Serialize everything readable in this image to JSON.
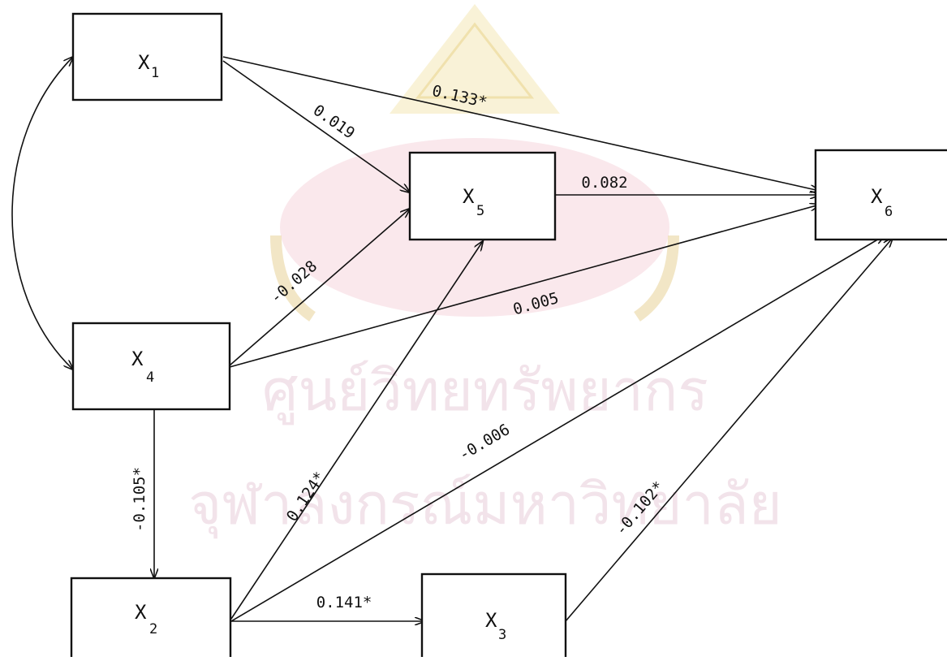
{
  "watermark": {
    "line1": "ศูนย์วิทยทรัพยากร",
    "line2": "จุฬาลงกรณ์มหาวิทยาลัย",
    "seal_colors": {
      "gold": "#f3e6b0",
      "pink": "#f5d6dc"
    }
  },
  "diagram": {
    "nodes": [
      {
        "id": "x1",
        "label": "X",
        "sub": "1"
      },
      {
        "id": "x2",
        "label": "X",
        "sub": "2"
      },
      {
        "id": "x3",
        "label": "X",
        "sub": "3"
      },
      {
        "id": "x4",
        "label": "X",
        "sub": "4"
      },
      {
        "id": "x5",
        "label": "X",
        "sub": "5"
      },
      {
        "id": "x6",
        "label": "X",
        "sub": "6"
      }
    ],
    "edges": [
      {
        "from": "x1",
        "to": "x6",
        "label": "0.133*"
      },
      {
        "from": "x1",
        "to": "x5",
        "label": "0.019"
      },
      {
        "from": "x5",
        "to": "x6",
        "label": "0.082"
      },
      {
        "from": "x4",
        "to": "x5",
        "label": "-0.028"
      },
      {
        "from": "x4",
        "to": "x6",
        "label": "0.005"
      },
      {
        "from": "x4",
        "to": "x2",
        "label": "-0.105*"
      },
      {
        "from": "x2",
        "to": "x5",
        "label": "0.124*"
      },
      {
        "from": "x2",
        "to": "x6",
        "label": "-0.006"
      },
      {
        "from": "x3",
        "to": "x6",
        "label": "-0.102*"
      },
      {
        "from": "x2",
        "to": "x3",
        "label": "0.141*"
      },
      {
        "from": "x1",
        "to": "x4",
        "label": "",
        "bidirectional": true
      }
    ]
  }
}
